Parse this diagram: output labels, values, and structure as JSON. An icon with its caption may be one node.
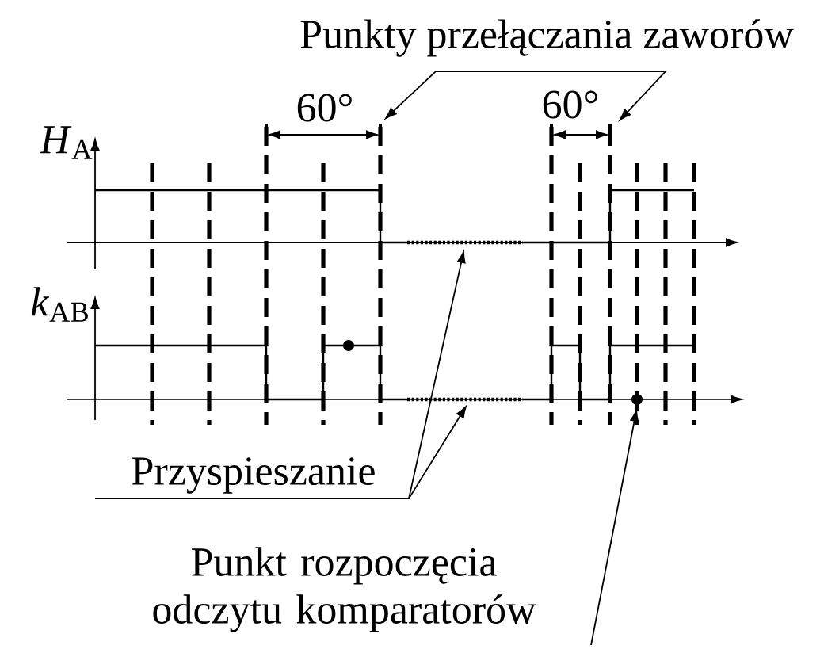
{
  "diagram": {
    "nodes": [
      {
        "text": [
          "Punkty przełączania zaworów"
        ]
      },
      {
        "text": [
          "Przyspieszanie"
        ]
      },
      {
        "text": [
          "Punkt rozpoczęcia odczytu komparatorów"
        ]
      }
    ],
    "edges": [
      {
        "from": 0,
        "to": null,
        "arrow": "to"
      },
      {
        "from": 0,
        "to": null,
        "arrow": "to"
      },
      {
        "from": 1,
        "to": null,
        "arrow": "to"
      },
      {
        "from": 1,
        "to": null,
        "arrow": "to"
      },
      {
        "from": 2,
        "to": null,
        "arrow": "to"
      }
    ],
    "labels": [
      "60°",
      "60°",
      "*H*$_{A}$",
      "*k*$_{AB}$"
    ]
  }
}
